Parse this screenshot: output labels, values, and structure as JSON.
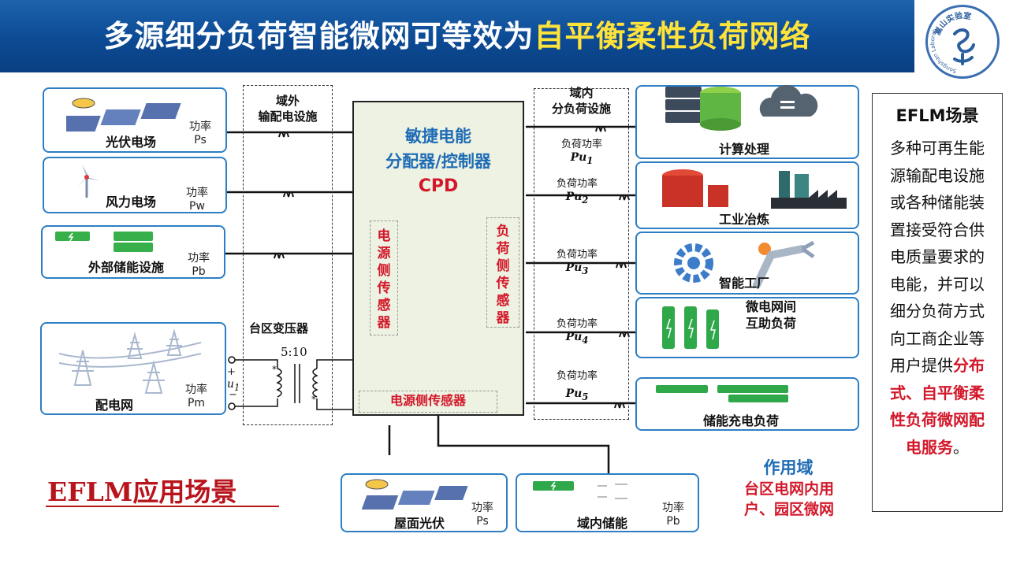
{
  "header": {
    "title_main": "多源细分负荷智能微网可等效为",
    "title_highlight": "自平衡柔性负荷网络"
  },
  "logo": {
    "top_text": "嵩山实验室",
    "side_text": "Songshan Laboratory"
  },
  "sources": [
    {
      "label": "光伏电场",
      "power_label": "功率",
      "power_symbol": "Ps"
    },
    {
      "label": "风力电场",
      "power_label": "功率",
      "power_symbol": "Pw"
    },
    {
      "label": "外部储能设施",
      "power_label": "功率",
      "power_symbol": "Pb"
    },
    {
      "label": "配电网",
      "power_label": "功率",
      "power_symbol": "Pm"
    }
  ],
  "external_facility": "域外\n输配电设施",
  "transformer": {
    "label": "台区变压器",
    "ratio": "5:10",
    "voltage": "u",
    "voltage_sub": "1"
  },
  "cpd": {
    "title_line1": "敏捷电能",
    "title_line2": "分配器/控制器",
    "code": "CPD",
    "source_sensor": "电源侧传感器",
    "load_sensor": "负荷侧传感器",
    "bottom_sensor": "电源侧传感器"
  },
  "internal_facility": "域内\n分负荷设施",
  "load_powers": [
    {
      "label": "负荷功率",
      "symbol": "Pu",
      "sub": "1"
    },
    {
      "label": "负荷功率",
      "symbol": "Pu",
      "sub": "2"
    },
    {
      "label": "负荷功率",
      "symbol": "Pu",
      "sub": "3"
    },
    {
      "label": "负荷功率",
      "symbol": "Pu",
      "sub": "4"
    },
    {
      "label": "负荷功率",
      "symbol": "Pu",
      "sub": "5"
    }
  ],
  "loads": [
    "计算处理",
    "工业冶炼",
    "智能工厂",
    "微电网间\n互助负荷",
    "储能充电负荷"
  ],
  "bottom_sources": [
    {
      "label": "屋面光伏",
      "power_label": "功率",
      "power_symbol": "Ps"
    },
    {
      "label": "域内储能",
      "power_label": "功率",
      "power_symbol": "Pb"
    }
  ],
  "app_label": "EFLM应用场景",
  "scope": {
    "title": "作用域",
    "body": "台区电网内用\n户、园区微网"
  },
  "side": {
    "title": "EFLM场景",
    "body_lines": [
      "多种可再生能",
      "源输配电设施",
      "或各种储能装",
      "置接受符合供",
      "电质量要求的",
      "电能，并可以",
      "细分负荷方式",
      "向工商企业等"
    ],
    "body_line9_pre": "用户提供",
    "body_line9_red": "分布",
    "red_lines": [
      "式、自平衡柔",
      "性负荷微网配",
      "电服务"
    ],
    "end_mark": "。"
  },
  "colors": {
    "header": "#0c4a94",
    "highlight": "#ffe23a",
    "accent_blue": "#1e6cb6",
    "accent_red": "#d2182a",
    "box_border": "#2d7ec4",
    "cpd_bg": "#eef2e2"
  }
}
